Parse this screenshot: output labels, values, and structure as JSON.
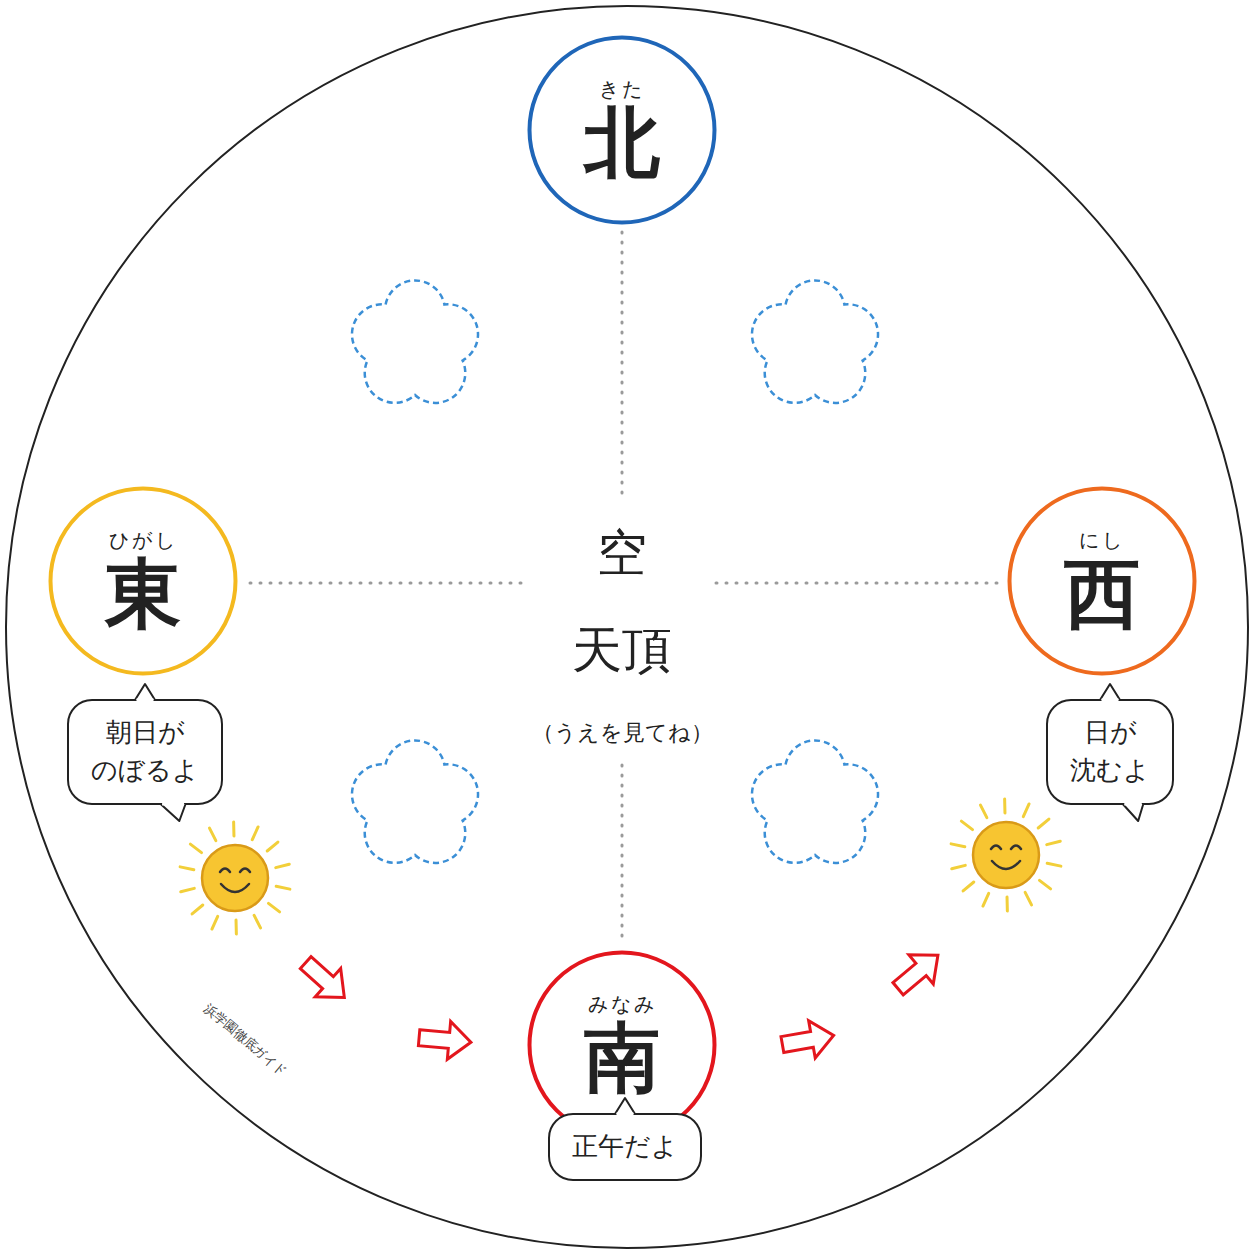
{
  "diagram": {
    "nodes": [
      {
        "text": [
          "きた",
          "北"
        ]
      },
      {
        "text": [
          "ひがし",
          "東"
        ]
      },
      {
        "text": [
          "朝日が のぼるよ"
        ]
      },
      {
        "text": [
          "にし",
          "西"
        ]
      },
      {
        "text": [
          "日が 沈むよ"
        ]
      },
      {
        "text": [
          "みなみ",
          "南"
        ]
      },
      {
        "text": [
          "正午だよ"
        ]
      }
    ],
    "labels": [
      "空",
      "天頂",
      "（うえを見てね）",
      "浜学園徹底ガイド"
    ]
  }
}
